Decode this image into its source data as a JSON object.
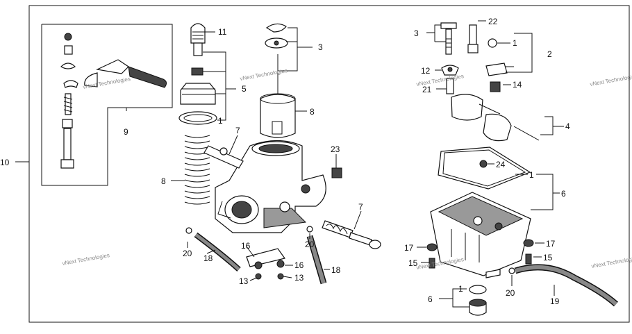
{
  "callouts": {
    "c1a": "1",
    "c1b": "1",
    "c1c": "1",
    "c1d": "1",
    "c2": "2",
    "c3a": "3",
    "c3b": "3",
    "c4": "4",
    "c5": "5",
    "c6a": "6",
    "c6b": "6",
    "c7a": "7",
    "c7b": "7",
    "c8a": "8",
    "c8b": "8",
    "c9": "9",
    "c10": "10",
    "c11": "11",
    "c12": "12",
    "c13a": "13",
    "c13b": "13",
    "c14": "14",
    "c15a": "15",
    "c15b": "15",
    "c16a": "16",
    "c16b": "16",
    "c17a": "17",
    "c17b": "17",
    "c18a": "18",
    "c18b": "18",
    "c19": "19",
    "c20a": "20",
    "c20b": "20",
    "c20c": "20",
    "c21": "21",
    "c22": "22",
    "c23": "23",
    "c24": "24"
  },
  "watermark": "vNext Technologies"
}
